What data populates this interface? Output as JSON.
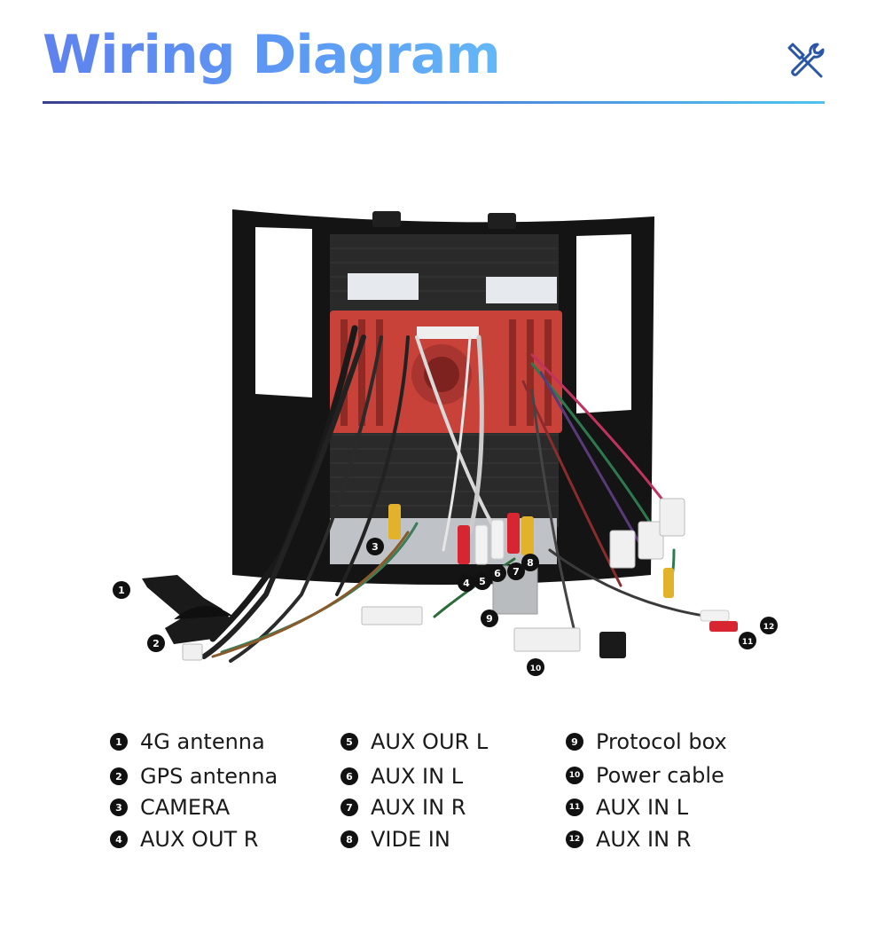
{
  "header": {
    "title": "Wiring Diagram"
  },
  "icons": {
    "header": "tools-icon",
    "header_color": "#2a56a8"
  },
  "callouts": [
    "1",
    "2",
    "3",
    "4",
    "5",
    "6",
    "7",
    "8",
    "9",
    "10",
    "11",
    "12"
  ],
  "legend": [
    {
      "num": "1",
      "label": "4G antenna"
    },
    {
      "num": "2",
      "label": "GPS antenna"
    },
    {
      "num": "3",
      "label": "CAMERA"
    },
    {
      "num": "4",
      "label": "AUX OUT R"
    },
    {
      "num": "5",
      "label": "AUX OUR L"
    },
    {
      "num": "6",
      "label": "AUX IN L"
    },
    {
      "num": "7",
      "label": "AUX IN R"
    },
    {
      "num": "8",
      "label": "VIDE IN"
    },
    {
      "num": "9",
      "label": "Protocol box"
    },
    {
      "num": "10",
      "label": "Power cable"
    },
    {
      "num": "11",
      "label": "AUX IN L"
    },
    {
      "num": "12",
      "label": "AUX IN R"
    }
  ],
  "colors": {
    "title_gradient_start": "#5f82ee",
    "title_gradient_end": "#64b8f6",
    "rule_start": "#3b3f8f",
    "rule_end": "#4fc3ef",
    "chassis_red": "#c8423a",
    "frame_black": "#141414"
  }
}
